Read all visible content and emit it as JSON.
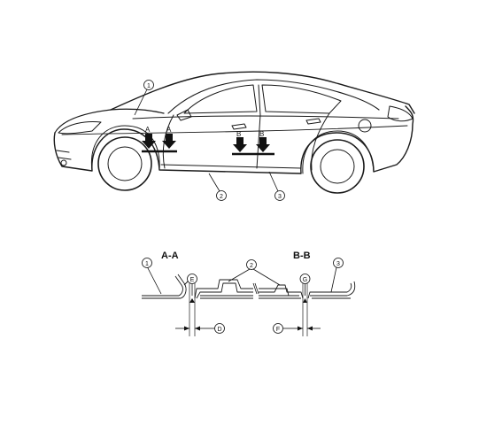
{
  "callouts": {
    "c1": "1",
    "c2": "2",
    "c3": "3"
  },
  "section_marks": {
    "a": "A",
    "b": "B"
  },
  "sections": {
    "aa_title": "A-A",
    "bb_title": "B-B"
  },
  "dimensions": {
    "d": "D",
    "e": "E",
    "f": "F",
    "g": "G"
  }
}
